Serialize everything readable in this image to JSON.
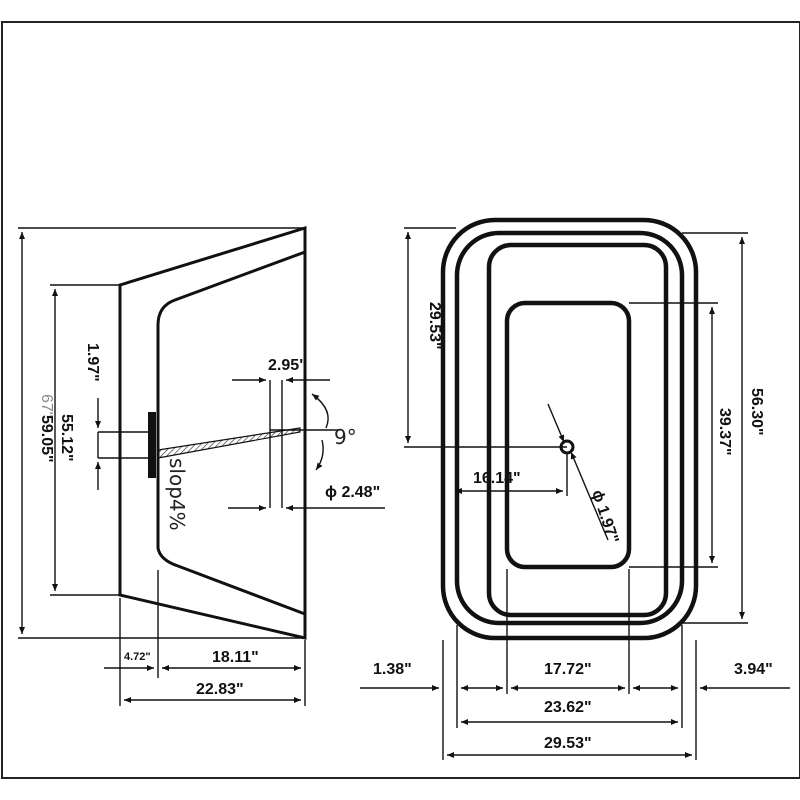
{
  "side_view": {
    "top_height": "1.97\"",
    "drain_height": "55.12\"",
    "inner_height_grey": "67\"",
    "inner_height": "59.05\"",
    "drain_width": "2.95\"",
    "slope_angle": "9°",
    "drain_diameter": "ϕ 2.48\"",
    "slope_text": "slop4%",
    "rim_width": "4.72\"",
    "basin_depth": "18.11\"",
    "overall_depth": "22.83\""
  },
  "top_view": {
    "inner_length": "29.53\"",
    "drain_offset": "16.14\"",
    "drain_diameter": "ϕ 1.97\"",
    "floor_length": "39.37\"",
    "overall_length": "56.30\"",
    "left_rim": "1.38\"",
    "floor_width": "17.72\"",
    "right_rim": "3.94\"",
    "inner_width": "23.62\"",
    "overall_width": "29.53\""
  }
}
